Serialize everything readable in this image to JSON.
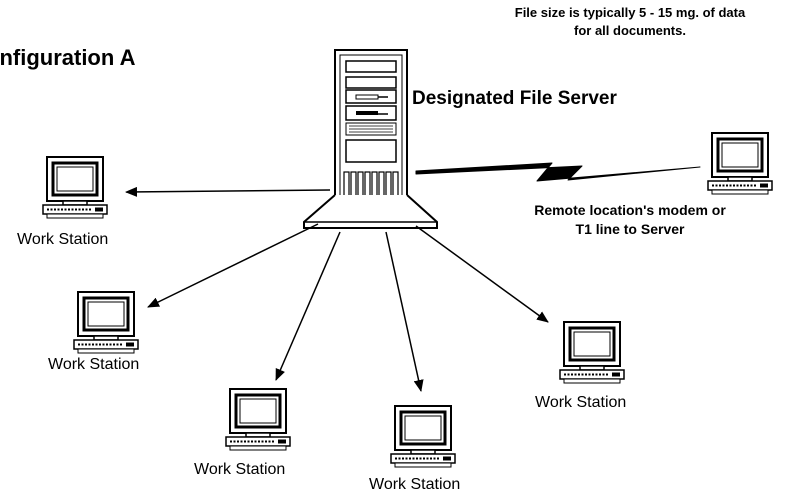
{
  "title": "onfiguration A",
  "note": {
    "line1": "File size is typically 5 - 15 mg. of data",
    "line2": "for all documents."
  },
  "server": {
    "label": "Designated File Server"
  },
  "remote": {
    "line1": "Remote location's modem or",
    "line2": "T1 line to Server"
  },
  "workstations": [
    {
      "label": "Work Station"
    },
    {
      "label": "Work Station"
    },
    {
      "label": "Work Station"
    },
    {
      "label": "Work Station"
    },
    {
      "label": "Work Station"
    }
  ]
}
